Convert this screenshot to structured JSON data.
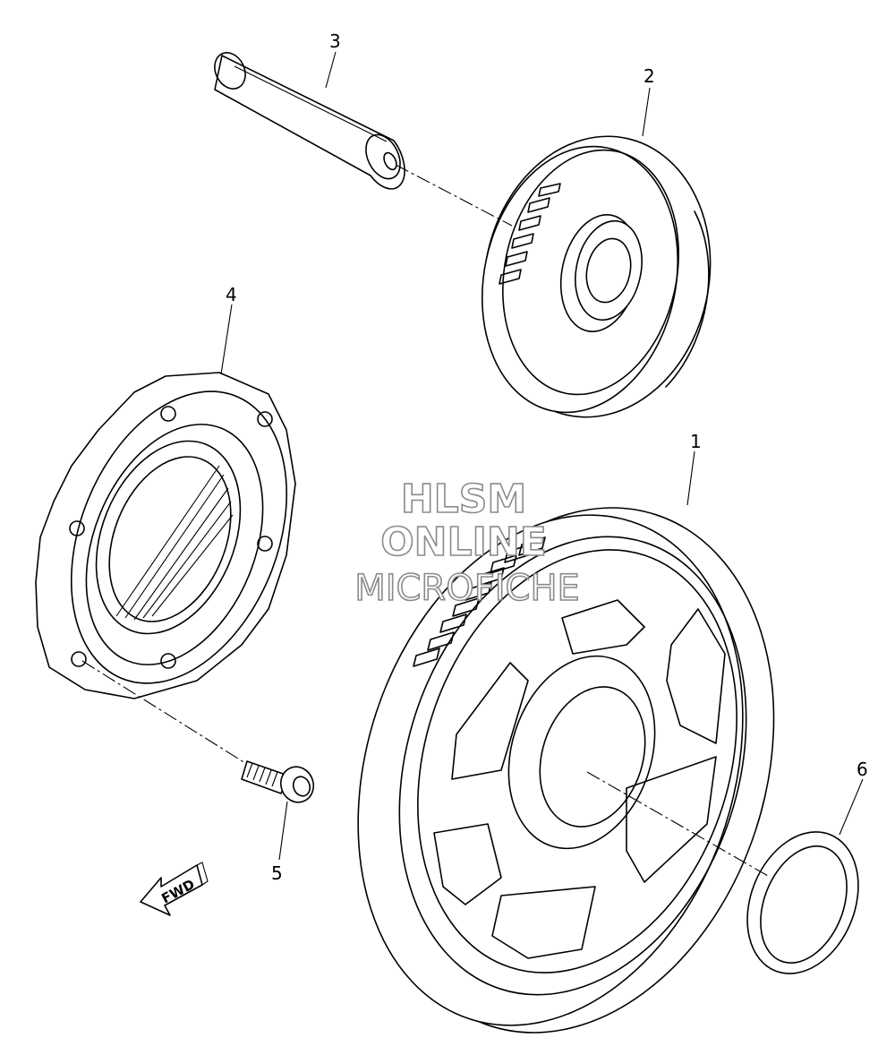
{
  "callouts": {
    "part_1": "1",
    "part_2": "2",
    "part_3": "3",
    "part_4": "4",
    "part_5": "5",
    "part_6": "6"
  },
  "fwd_arrow": {
    "label": "FWD"
  },
  "watermark": {
    "line1": "HLSM",
    "line2": "ONLINE",
    "line3": "MICROFICHE"
  }
}
